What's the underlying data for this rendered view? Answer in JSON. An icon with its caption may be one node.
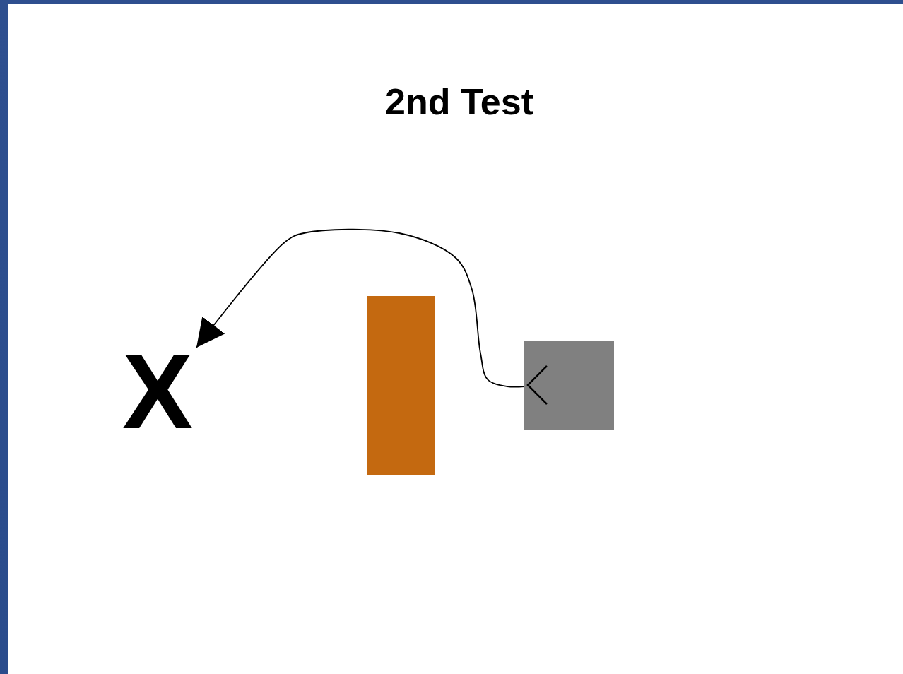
{
  "diagram": {
    "title": "2nd Test",
    "nodes": [
      {
        "text": [
          "X"
        ]
      },
      {
        "text": [],
        "shape": "bar"
      },
      {
        "text": [],
        "shape": "box"
      }
    ],
    "edges": [
      {
        "from": 2,
        "to": 0,
        "arrow": "to"
      }
    ]
  }
}
